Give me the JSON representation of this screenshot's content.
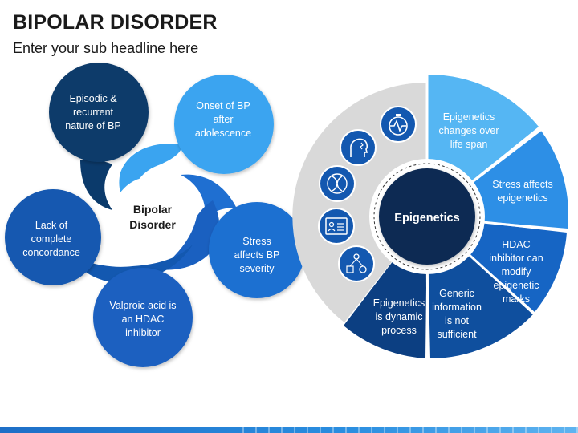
{
  "header": {
    "title": "BIPOLAR DISORDER",
    "subtitle": "Enter your sub headline here"
  },
  "left_diagram": {
    "center_label": [
      "Bipolar",
      "Disorder"
    ],
    "petals": [
      {
        "lines": [
          "Episodic &",
          "recurrent",
          "nature of BP"
        ],
        "color": "#0b3a6b"
      },
      {
        "lines": [
          "Onset of BP",
          "after",
          "adolescence"
        ],
        "color": "#3aa4f0"
      },
      {
        "lines": [
          "Stress",
          "affects BP",
          "severity"
        ],
        "color": "#1f6fd1"
      },
      {
        "lines": [
          "Valproic acid is",
          "an HDAC",
          "inhibitor"
        ],
        "color": "#1a60c0"
      },
      {
        "lines": [
          "Lack of",
          "complete",
          "concordance"
        ],
        "color": "#1358b0"
      }
    ]
  },
  "right_diagram": {
    "center_label": "Epigenetics",
    "segments": [
      {
        "lines": [
          "Epigenetics",
          "changes over",
          "life span"
        ],
        "color": "#55b6f3"
      },
      {
        "lines": [
          "Stress affects",
          "epigenetics"
        ],
        "color": "#2d8fe6"
      },
      {
        "lines": [
          "HDAC",
          "inhibitor can",
          "modify",
          "epigenetic",
          "marks"
        ],
        "color": "#1665c4"
      },
      {
        "lines": [
          "Generic",
          "information",
          "is not",
          "sufficient"
        ],
        "color": "#0f4f9e"
      },
      {
        "lines": [
          "Epigenetics",
          "is dynamic",
          "process"
        ],
        "color": "#0c3f82"
      }
    ],
    "gray_sector_color": "#d9d9d9",
    "icons": [
      "heartbeat-icon",
      "head-icon",
      "dna-icon",
      "profile-card-icon",
      "settings-network-icon"
    ]
  },
  "colors": {
    "navy": "#0b2a52",
    "blue": "#1f6fd1",
    "light_blue": "#3aa4f0",
    "gray": "#d9d9d9"
  }
}
